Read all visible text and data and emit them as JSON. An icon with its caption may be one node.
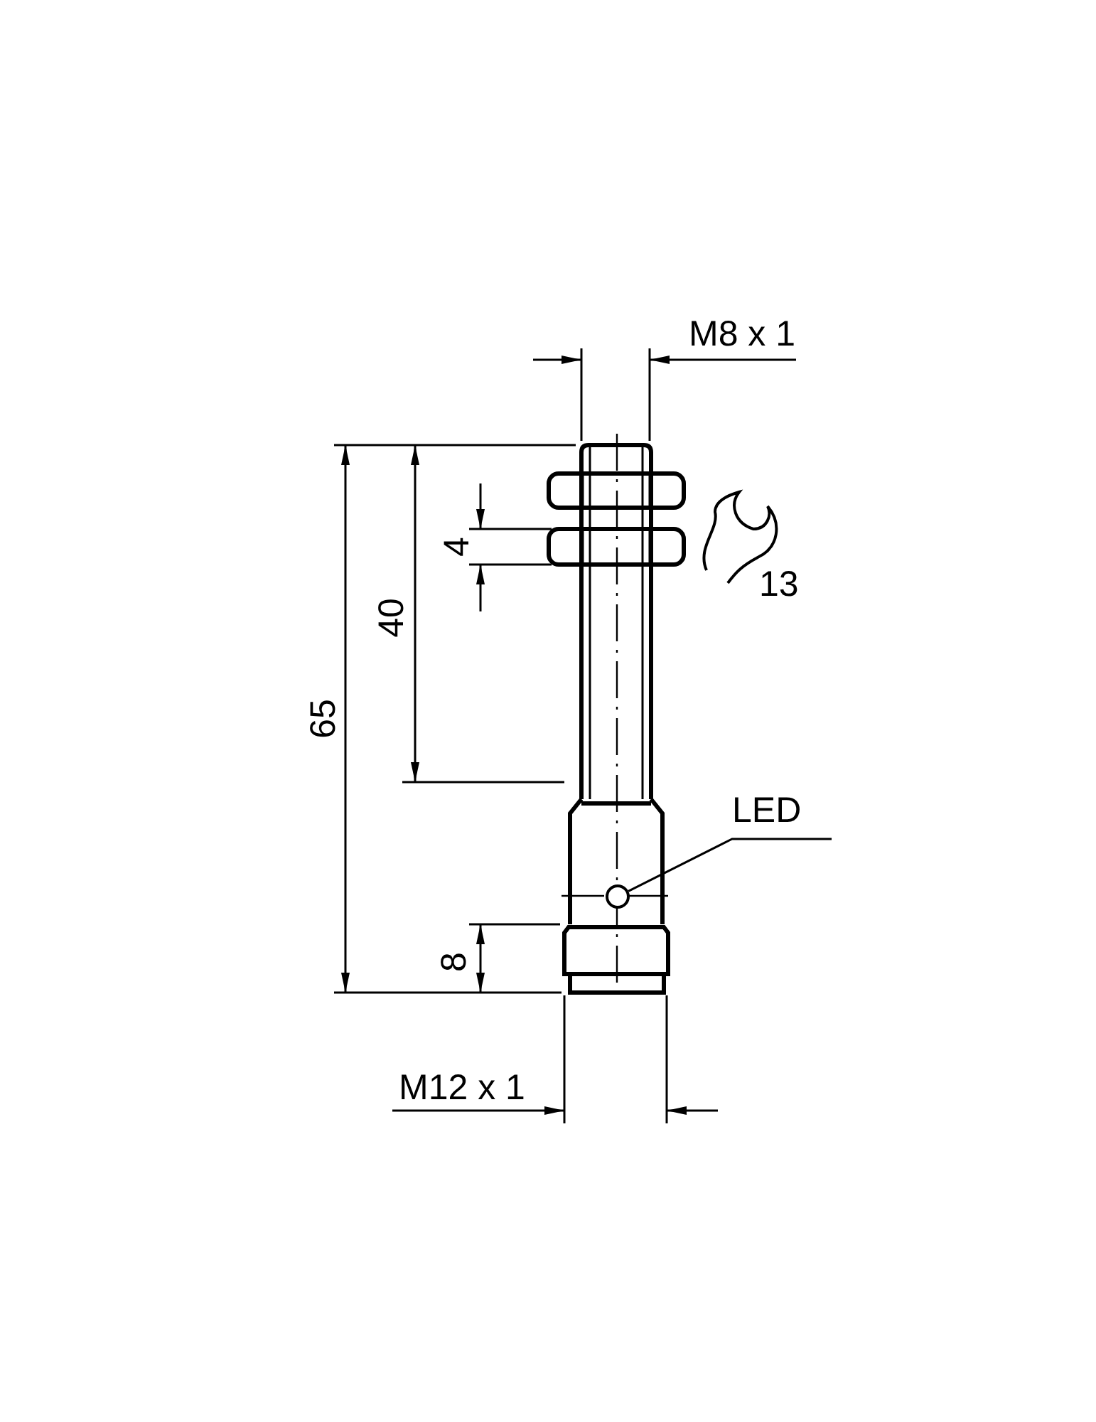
{
  "diagram": {
    "nodes": [
      {
        "text": [
          "LED"
        ]
      },
      {
        "text": [],
        "shape": "circle"
      }
    ],
    "edges": [
      {
        "from": 0,
        "to": 1,
        "arrow": "none"
      }
    ],
    "labels": [
      "M8 x 1",
      "4",
      "13",
      "40",
      "65",
      "8",
      "M12 x 1"
    ]
  }
}
